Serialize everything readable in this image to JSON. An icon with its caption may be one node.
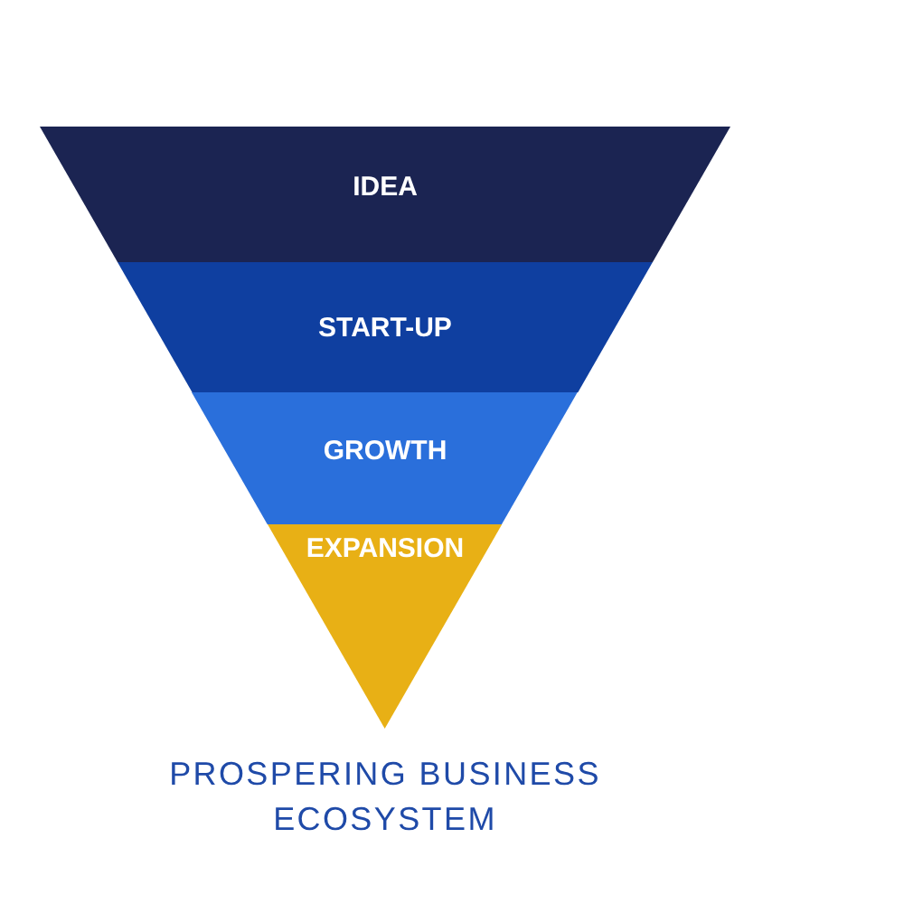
{
  "diagram": {
    "caption": "PROSPERING BUSINESS ECOSYSTEM",
    "nodes": [
      {
        "text": [
          "IDEA"
        ]
      },
      {
        "text": [
          "START-UP"
        ]
      },
      {
        "text": [
          "GROWTH"
        ]
      },
      {
        "text": [
          "EXPANSION"
        ]
      }
    ]
  }
}
